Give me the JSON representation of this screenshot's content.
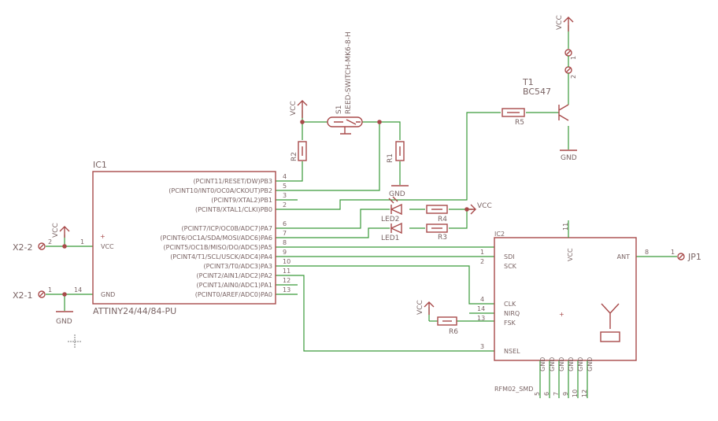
{
  "ic1": {
    "name": "IC1",
    "part": "ATTINY24/44/84-PU",
    "left_pins": [
      {
        "num": "1",
        "label": "VCC"
      },
      {
        "num": "14",
        "label": "GND"
      }
    ],
    "right_pins": [
      {
        "num": "4",
        "label": "(PCINT11/RESET/DW)PB3"
      },
      {
        "num": "5",
        "label": "(PCINT10/INT0/OC0A/CKOUT)PB2"
      },
      {
        "num": "3",
        "label": "(PCINT9/XTAL2)PB1"
      },
      {
        "num": "2",
        "label": "(PCINT8/XTAL1/CLKI)PB0"
      },
      {
        "num": "6",
        "label": "(PCINT7/ICP/OC0B/ADC7)PA7"
      },
      {
        "num": "7",
        "label": "(PCINT6/OC1A/SDA/MOSI/ADC6)PA6"
      },
      {
        "num": "8",
        "label": "(PCINT5/OC1B/MISO/DO/ADC5)PA5"
      },
      {
        "num": "9",
        "label": "(PCINT4/T1/SCL/USCK/ADC4)PA4"
      },
      {
        "num": "10",
        "label": "(PCINT3/T0/ADC3)PA3"
      },
      {
        "num": "11",
        "label": "(PCINT2/AIN1/ADC2)PA2"
      },
      {
        "num": "12",
        "label": "(PCINT1/AIN0/ADC1)PA1"
      },
      {
        "num": "13",
        "label": "(PCINT0/AREF/ADC0)PA0"
      }
    ]
  },
  "ic2": {
    "name": "IC2",
    "part": "RFM02_SMD",
    "top_pin_num": "11",
    "vcc_label": "VCC",
    "ant_label": "ANT",
    "ant_pin_num": "8",
    "left_pins": [
      {
        "num": "1",
        "label": "SDI"
      },
      {
        "num": "2",
        "label": "SCK"
      },
      {
        "num": "4",
        "label": "CLK"
      },
      {
        "num": "14",
        "label": "NIRQ"
      },
      {
        "num": "13",
        "label": "FSK"
      },
      {
        "num": "3",
        "label": "NSEL"
      }
    ],
    "gnd_pins": [
      {
        "num": "5",
        "label": "GND"
      },
      {
        "num": "6",
        "label": "GND"
      },
      {
        "num": "7",
        "label": "GND"
      },
      {
        "num": "9",
        "label": "GND"
      },
      {
        "num": "10",
        "label": "GND"
      },
      {
        "num": "12",
        "label": "GND"
      }
    ]
  },
  "parts": {
    "s1_name": "S1",
    "s1_part": "REED-SWITCH-MK6-8-H",
    "r1": "R1",
    "r2": "R2",
    "r3": "R3",
    "r4": "R4",
    "r5": "R5",
    "r6": "R6",
    "led1": "LED1",
    "led2": "LED2",
    "t1_name": "T1",
    "t1_part": "BC547",
    "x1_name": "X2-1",
    "x1_pin": "1",
    "x2_name": "X2-2",
    "x2_pin": "2",
    "jp1_name": "JP1",
    "jp1_pin": "1",
    "x3_pin1": "1",
    "x3_pin2": "2"
  },
  "nets": {
    "vcc": "VCC",
    "gnd": "GND"
  }
}
